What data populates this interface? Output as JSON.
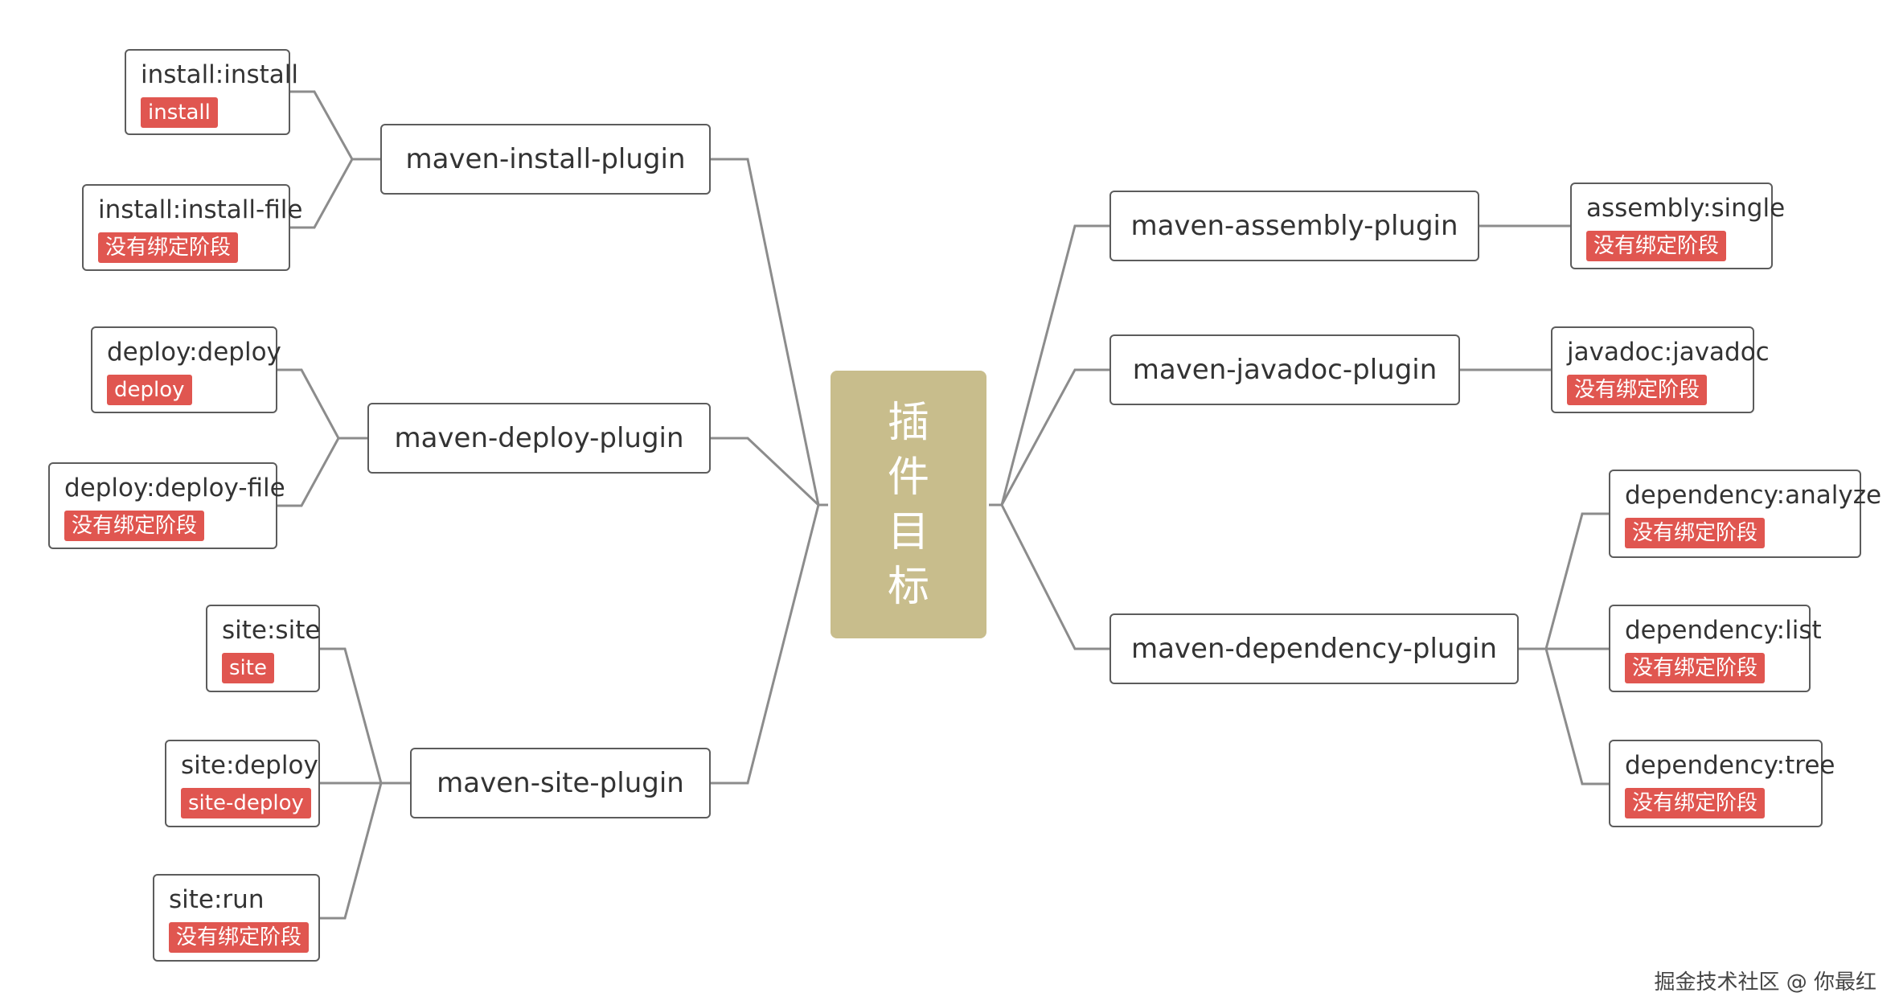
{
  "center": {
    "chars": [
      "插",
      "件",
      "目",
      "标"
    ]
  },
  "plugins": {
    "install": {
      "label": "maven-install-plugin",
      "goals": [
        {
          "name": "install:install",
          "phase": "install"
        },
        {
          "name": "install:install-file",
          "phase": "没有绑定阶段"
        }
      ]
    },
    "deploy": {
      "label": "maven-deploy-plugin",
      "goals": [
        {
          "name": "deploy:deploy",
          "phase": "deploy"
        },
        {
          "name": "deploy:deploy-file",
          "phase": "没有绑定阶段"
        }
      ]
    },
    "site": {
      "label": "maven-site-plugin",
      "goals": [
        {
          "name": "site:site",
          "phase": "site"
        },
        {
          "name": "site:deploy",
          "phase": "site-deploy"
        },
        {
          "name": "site:run",
          "phase": "没有绑定阶段"
        }
      ]
    },
    "assembly": {
      "label": "maven-assembly-plugin",
      "goals": [
        {
          "name": "assembly:single",
          "phase": "没有绑定阶段"
        }
      ]
    },
    "javadoc": {
      "label": "maven-javadoc-plugin",
      "goals": [
        {
          "name": "javadoc:javadoc",
          "phase": "没有绑定阶段"
        }
      ]
    },
    "dependency": {
      "label": "maven-dependency-plugin",
      "goals": [
        {
          "name": "dependency:analyze",
          "phase": "没有绑定阶段"
        },
        {
          "name": "dependency:list",
          "phase": "没有绑定阶段"
        },
        {
          "name": "dependency:tree",
          "phase": "没有绑定阶段"
        }
      ]
    }
  },
  "watermark": "掘金技术社区 @ 你最红",
  "colors": {
    "center_fill": "#c8bd8c",
    "tag_fill": "#e05650",
    "connector": "#8c8c8c"
  }
}
